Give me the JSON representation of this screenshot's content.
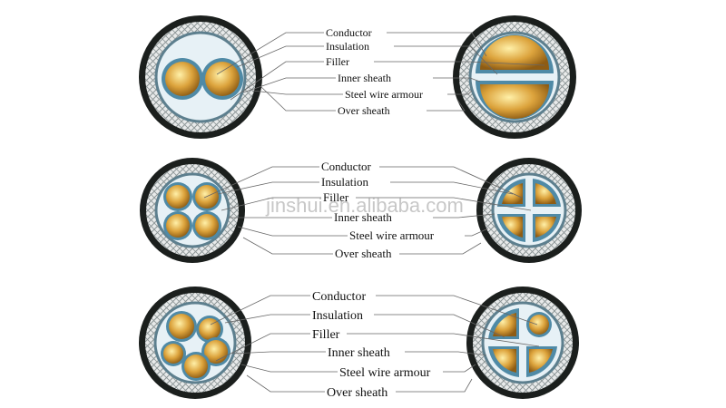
{
  "watermark": "jinshui.en.alibaba.com",
  "colors": {
    "over_sheath": "#1b1f1d",
    "armour_bg": "#e8eaea",
    "armour_wire": "#8c9596",
    "inner_sheath": "#5d7f8e",
    "inner_fill": "#e7f1f6",
    "insulation": "#4f8aa6",
    "gold_light": "#fff0a8",
    "gold_mid": "#dca33c",
    "gold_dark": "#8e5c14",
    "leader_line": "#666666"
  },
  "rows": [
    {
      "id": "two-core",
      "labels": [
        "Conductor",
        "Insulation",
        "Filler",
        "Inner sheath",
        "Steel wire armour",
        "Over sheath"
      ]
    },
    {
      "id": "four-core",
      "labels": [
        "Conductor",
        "Insulation",
        "Filler",
        "Inner sheath",
        "Steel wire armour",
        "Over sheath"
      ]
    },
    {
      "id": "five-core",
      "labels": [
        "Conductor",
        "Insulation",
        "Filler",
        "Inner sheath",
        "Steel wire armour",
        "Over sheath"
      ]
    }
  ]
}
